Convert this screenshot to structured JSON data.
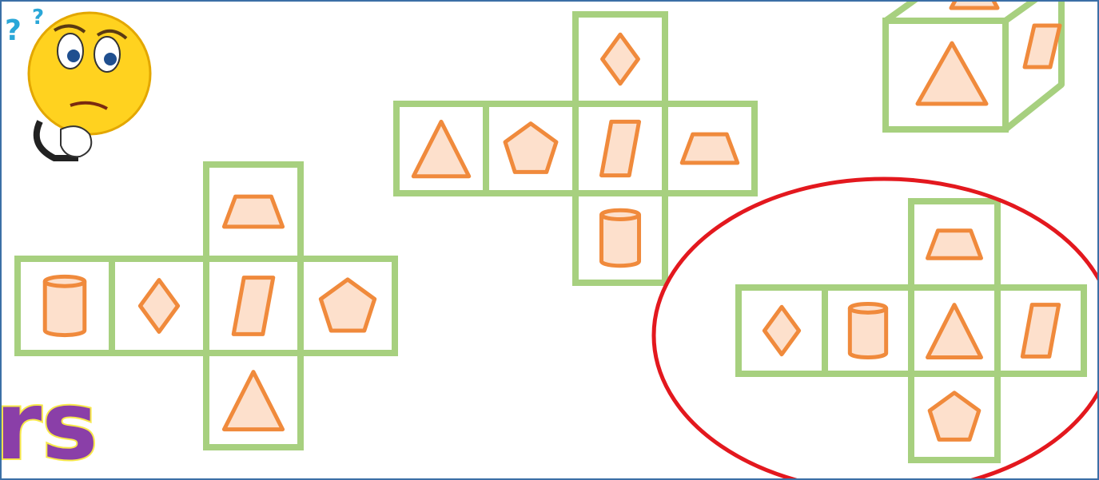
{
  "colors": {
    "frame_border": "#3b6fa6",
    "cell_stroke": "#a7d07f",
    "shape_stroke": "#f08a3c",
    "shape_fill": "#fde0cc",
    "highlight_ellipse": "#e3181e",
    "logo_text": "#8a3fa8",
    "logo_glow": "#f7e84a",
    "emoji_face": "#ffd21f",
    "question_marks": "#2aa7d8"
  },
  "decor": {
    "thinking_emoji": "thinking-face-icon",
    "logo_fragment": "rs"
  },
  "cube": {
    "front_face": "triangle",
    "right_face": "parallelogram",
    "top_face": "trapezoid"
  },
  "nets": [
    {
      "id": "net-a",
      "layout": "cross",
      "top": "trapezoid",
      "row": [
        "cylinder",
        "diamond",
        "parallelogram",
        "pentagon"
      ],
      "bottom": "triangle"
    },
    {
      "id": "net-b",
      "layout": "cross",
      "top": "diamond",
      "row": [
        "triangle",
        "pentagon",
        "parallelogram",
        "trapezoid"
      ],
      "bottom": "cylinder"
    },
    {
      "id": "net-c",
      "layout": "cross",
      "top": "trapezoid",
      "row": [
        "diamond",
        "cylinder",
        "triangle",
        "parallelogram"
      ],
      "bottom": "pentagon",
      "highlighted": true
    }
  ]
}
